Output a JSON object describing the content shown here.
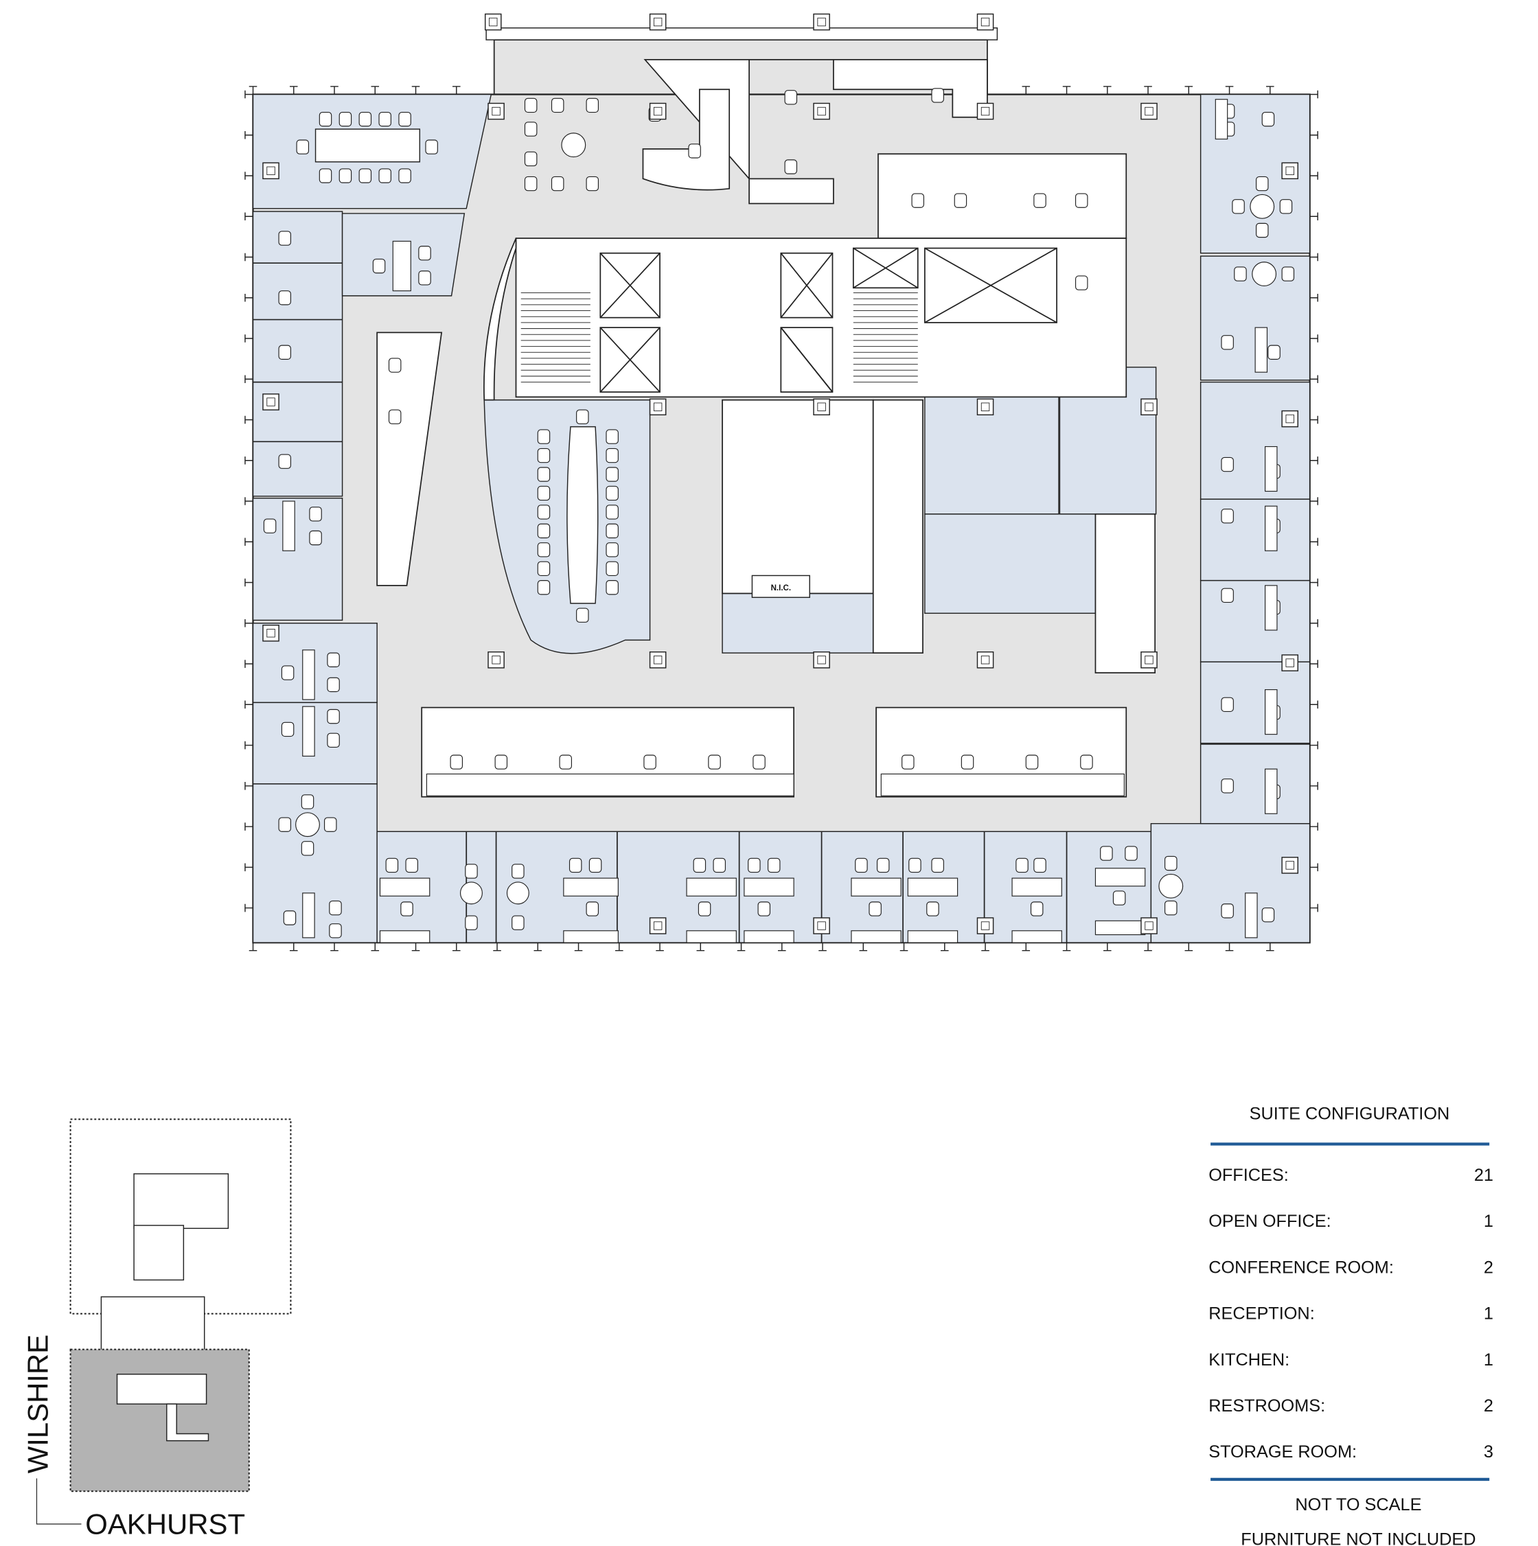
{
  "plan": {
    "room_label_nic": "N.I.C.",
    "colors": {
      "office_fill": "#dbe3ee",
      "corridor_fill": "#e4e4e4",
      "accent_line": "#1f5a96",
      "key_plan_highlight": "#b3b3b3"
    }
  },
  "key_plan": {
    "street_vertical": "WILSHIRE",
    "street_horizontal": "OAKHURST"
  },
  "legend": {
    "title": "SUITE CONFIGURATION",
    "rows": [
      {
        "label": "OFFICES:",
        "value": "21"
      },
      {
        "label": "OPEN OFFICE:",
        "value": "1"
      },
      {
        "label": "CONFERENCE ROOM:",
        "value": "2"
      },
      {
        "label": "RECEPTION:",
        "value": "1"
      },
      {
        "label": "KITCHEN:",
        "value": "1"
      },
      {
        "label": "RESTROOMS:",
        "value": "2"
      },
      {
        "label": "STORAGE ROOM:",
        "value": "3"
      }
    ],
    "note_scale": "NOT TO SCALE",
    "note_furniture": "FURNITURE NOT INCLUDED"
  }
}
